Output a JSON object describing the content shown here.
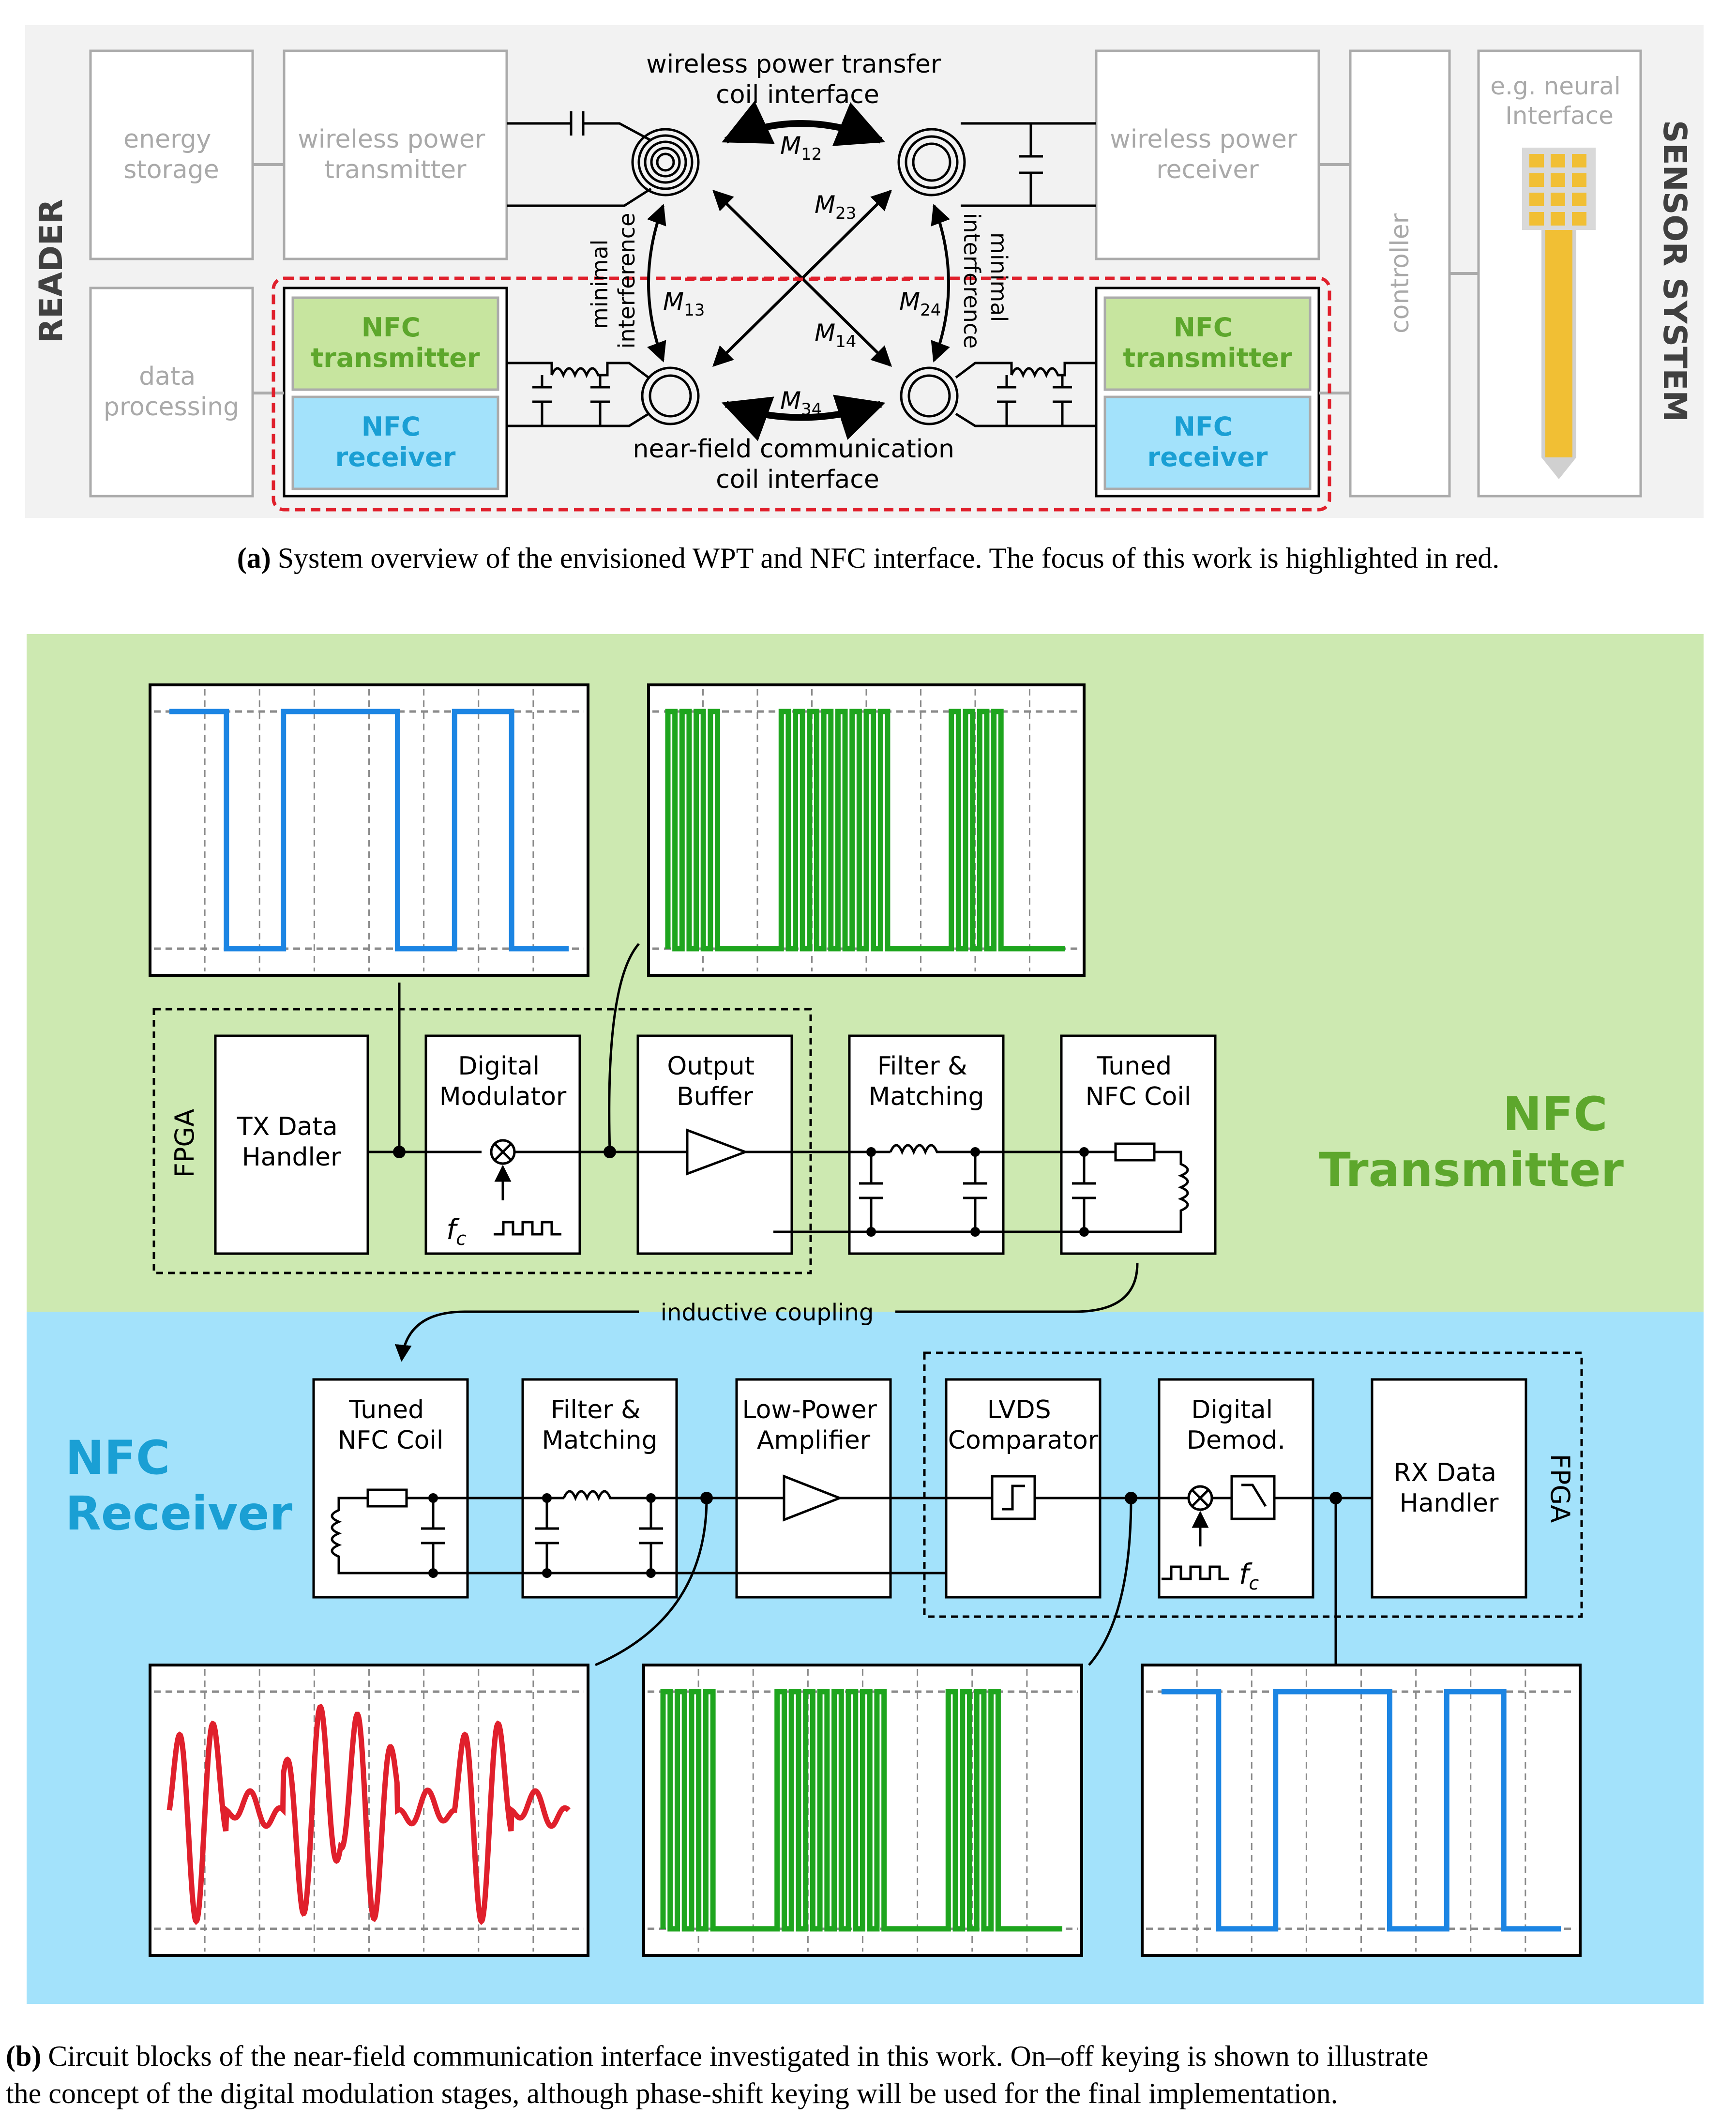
{
  "panel_a": {
    "reader_label": "READER",
    "sensor_label": "SENSOR SYSTEM",
    "energy_storage": [
      "energy",
      "storage"
    ],
    "wp_transmitter": [
      "wireless power",
      "transmitter"
    ],
    "data_processing": [
      "data",
      "processing"
    ],
    "nfc_tx": [
      "NFC",
      "transmitter"
    ],
    "nfc_rx": [
      "NFC",
      "receiver"
    ],
    "wp_receiver": [
      "wireless power",
      "receiver"
    ],
    "controller": "controller",
    "neural_interface": [
      "e.g. neural",
      "Interface"
    ],
    "wpt_interface": [
      "wireless power transfer",
      "coil interface"
    ],
    "nfc_interface": [
      "near-field communication",
      "coil interface"
    ],
    "min_interference": [
      "minimal",
      "interference"
    ],
    "mutuals": {
      "m12": "12",
      "m23": "23",
      "m13": "13",
      "m24": "24",
      "m14": "14",
      "m34": "34"
    },
    "m_symbol": "M",
    "caption_tag": "(a)",
    "caption": "System overview of the envisioned WPT and NFC interface. The focus of this work is highlighted in red."
  },
  "panel_b": {
    "tx_title": [
      "NFC",
      "Transmitter"
    ],
    "rx_title": [
      "NFC",
      "Receiver"
    ],
    "fpga": "FPGA",
    "tx_data_handler": [
      "TX Data",
      "Handler"
    ],
    "digital_modulator": [
      "Digital",
      "Modulator"
    ],
    "output_buffer": [
      "Output",
      "Buffer"
    ],
    "filter_matching": [
      "Filter &",
      "Matching"
    ],
    "tuned_coil": [
      "Tuned",
      "NFC Coil"
    ],
    "low_power_amp": [
      "Low-Power",
      "Amplifier"
    ],
    "lvds": [
      "LVDS",
      "Comparator"
    ],
    "digital_demod": [
      "Digital",
      "Demod."
    ],
    "rx_data_handler": [
      "RX Data",
      "Handler"
    ],
    "fc_symbol": "f",
    "fc_sub": "c",
    "inductive_coupling": "inductive coupling",
    "caption_tag": "(b)",
    "caption_line1": "Circuit blocks of the near-field communication interface investigated in this work. On–off keying is shown to illustrate",
    "caption_line2": "the concept of the digital modulation stages, although phase-shift keying will be used for the final implementation."
  },
  "colors": {
    "tx_bg": "#cde9b1",
    "rx_bg": "#a3e2fb",
    "nfc_tx_fill": "#c7e59f",
    "nfc_rx_fill": "#a3e2fb",
    "green_text": "#5da72c",
    "blue_text": "#1a9fd4",
    "blue_wave": "#1c85e3",
    "green_wave": "#1ea51e",
    "red_wave": "#e0202c",
    "highlight": "#e0202c",
    "probe_yellow": "#f1bf34"
  },
  "waveforms": {
    "tx_bits": [
      1,
      0,
      1,
      1,
      0,
      1,
      0
    ],
    "modulated_bits": [
      1,
      0,
      1,
      1,
      0,
      1,
      0
    ],
    "received_bits": [
      1,
      0,
      1,
      1,
      0,
      1,
      0
    ]
  }
}
